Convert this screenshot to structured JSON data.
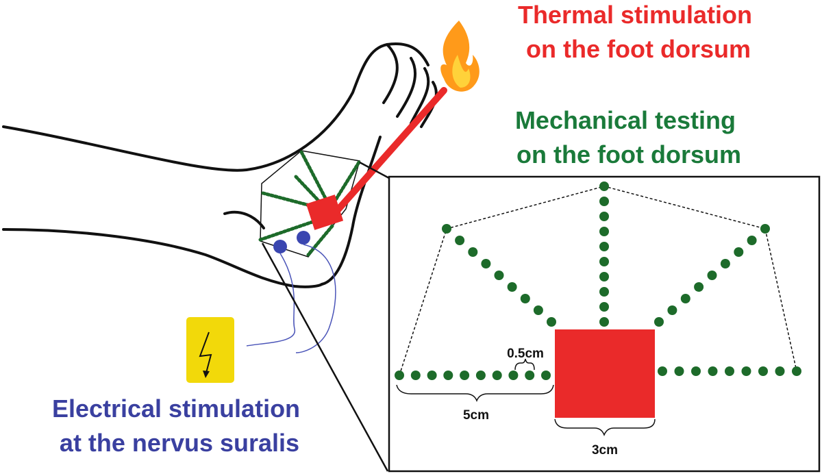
{
  "labels": {
    "thermal": [
      "Thermal stimulation",
      "on the foot dorsum"
    ],
    "mechanical": [
      "Mechanical testing",
      "on the foot dorsum"
    ],
    "electrical": [
      "Electrical stimulation",
      "at the nervus suralis"
    ]
  },
  "dimensions": {
    "dot_spacing": "0.5cm",
    "line_length": "5cm",
    "square_size": "3cm"
  },
  "colors": {
    "thermal": "#ea2a2a",
    "mechanical": "#1a7a3a",
    "electrical": "#3a40a0",
    "dots": "#1d6b2a",
    "electrode": "#3a46b0",
    "bolt_bg": "#f2d90a"
  },
  "icons": {
    "thermal": "flame-icon",
    "electrical": "lightning-bolt-icon"
  }
}
